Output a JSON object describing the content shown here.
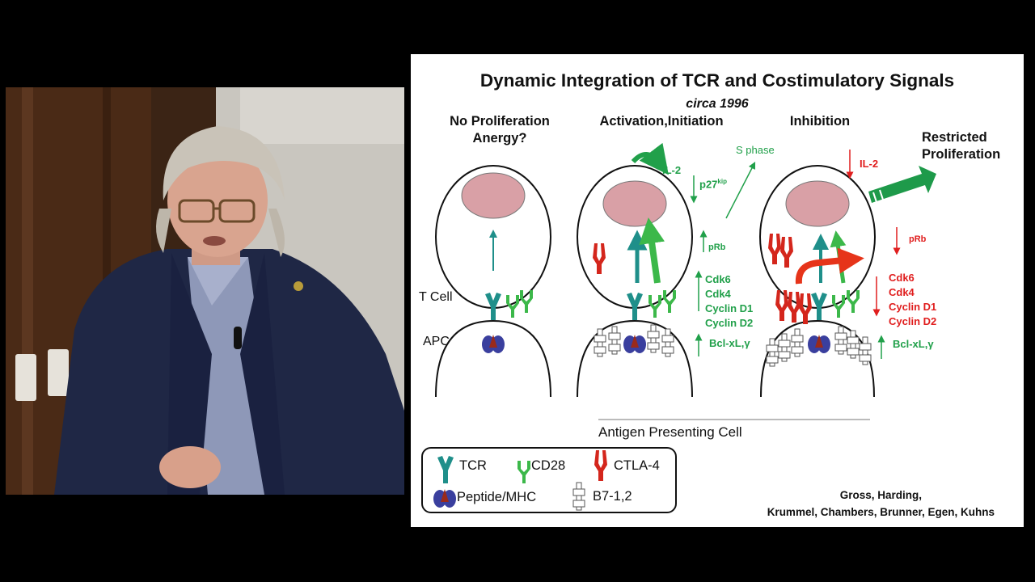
{
  "slide": {
    "title": "Dynamic Integration of TCR and Costimulatory Signals",
    "subtitle": "circa 1996",
    "col1_heading_line1": "No Proliferation",
    "col1_heading_line2": "Anergy?",
    "col2_heading": "Activation,Initiation",
    "col3_heading": "Inhibition",
    "restricted_line1": "Restricted",
    "restricted_line2": "Proliferation",
    "tcell_label": "T Cell",
    "apc_label": "APC",
    "apc_caption": "Antigen Presenting Cell",
    "activation_labels": {
      "il2": "IL-2",
      "p27": "p27",
      "p27_sup": "kip",
      "s_phase": "S phase",
      "prb": "pRb",
      "cdk6": "Cdk6",
      "cdk4": "Cdk4",
      "cyclin_d1": "Cyclin D1",
      "cyclin_d2": "Cyclin D2",
      "bcl": "Bcl-xL,γ"
    },
    "inhibition_labels": {
      "il2": "IL-2",
      "prb": "pRb",
      "cdk6": "Cdk6",
      "cdk4": "Cdk4",
      "cyclin_d1": "Cyclin D1",
      "cyclin_d2": "Cyclin D2",
      "bcl": "Bcl-xL,γ"
    },
    "legend": {
      "tcr": "TCR",
      "cd28": "CD28",
      "ctla4": "CTLA-4",
      "peptide_mhc": "Peptide/MHC",
      "b7": "B7-1,2"
    },
    "credits_line1": "Gross, Harding,",
    "credits_line2": "Krummel, Chambers, Brunner, Egen, Kuhns",
    "colors": {
      "tcr": "#1f8f8a",
      "cd28": "#3cb84a",
      "ctla4": "#d4261c",
      "mhc": "#3a3f9e",
      "peptide": "#9a2a1a",
      "nucleus": "#d9a0a6",
      "green_text": "#21a04a",
      "red_text": "#e01e1e"
    }
  }
}
